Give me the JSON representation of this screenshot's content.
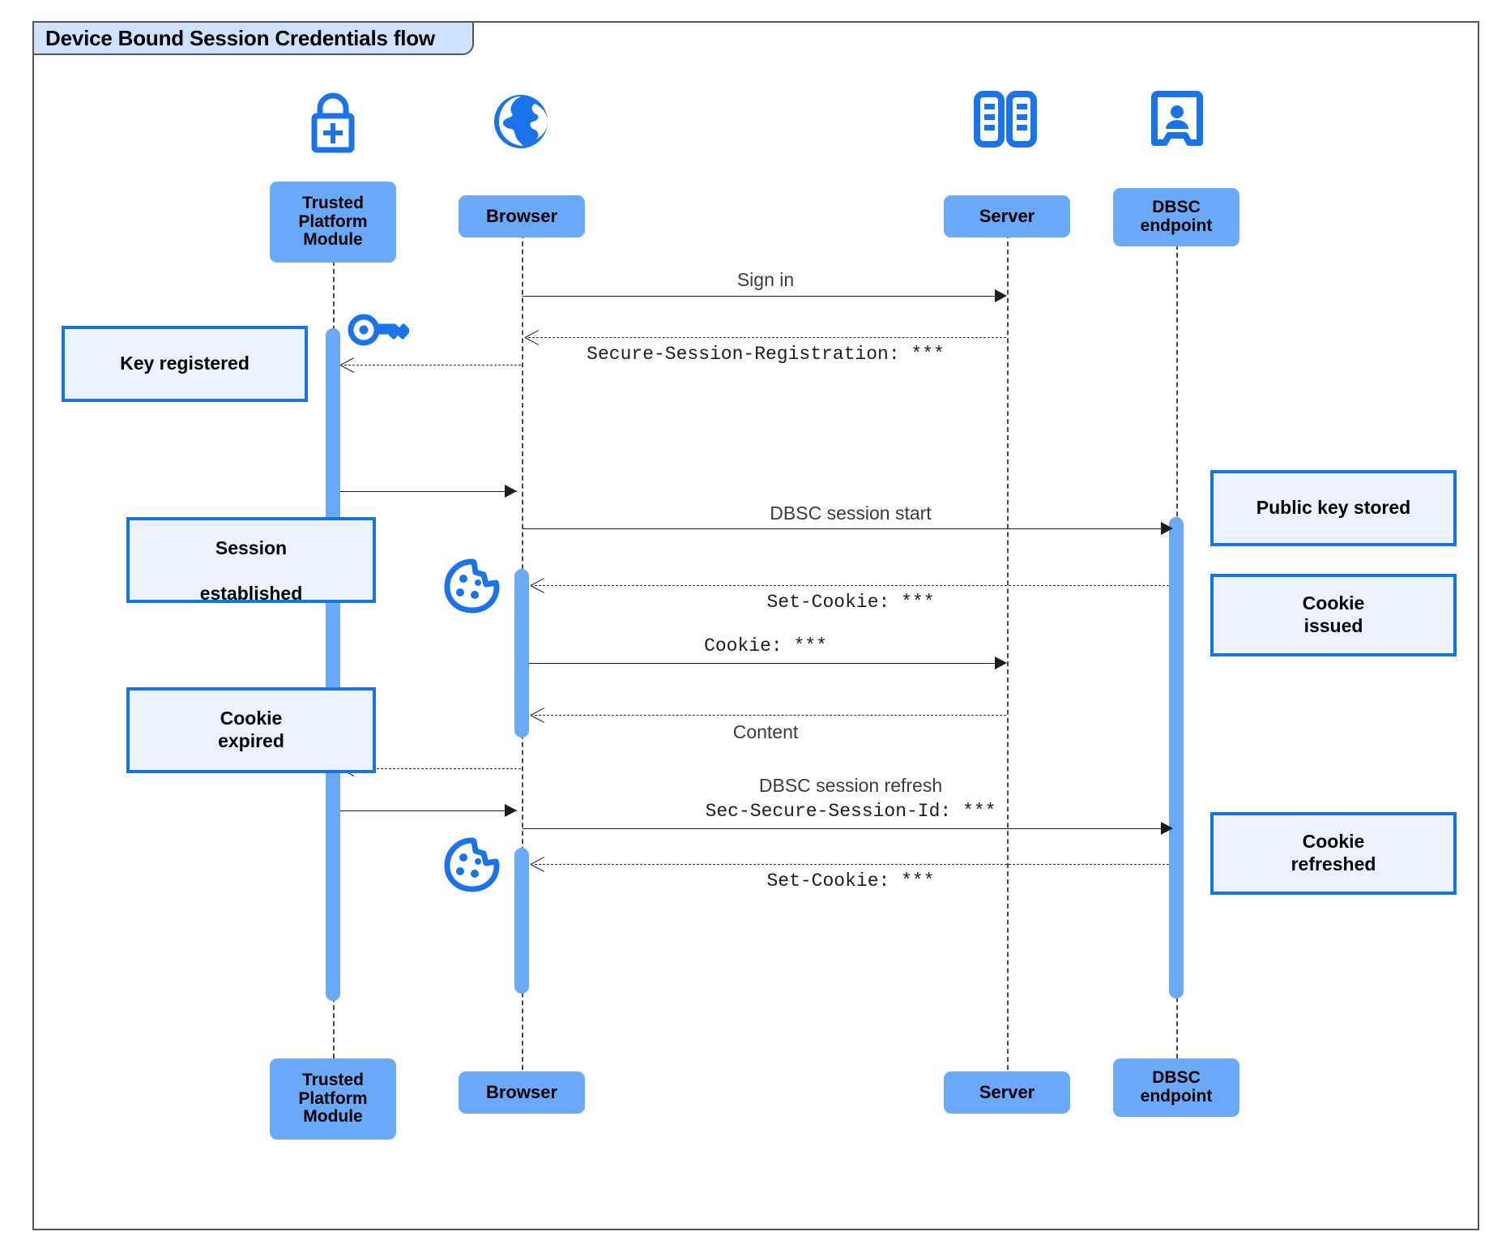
{
  "diagram": {
    "title": "Device Bound Session Credentials flow",
    "type": "uml-sequence-diagram",
    "colors": {
      "participant_fill": "#6aa9f7",
      "activation_fill": "#6aa9f7",
      "note_fill": "#eaf2fe",
      "note_border": "#1675e0",
      "icon_blue": "#1a73e8",
      "frame_border": "#555555",
      "title_fill": "#cfe2fb"
    }
  },
  "participants": [
    {
      "id": "tpm",
      "label": "Trusted\nPlatform\nModule",
      "icon": "lock-plus-icon"
    },
    {
      "id": "browser",
      "label": "Browser",
      "icon": "globe-icon"
    },
    {
      "id": "server",
      "label": "Server",
      "icon": "server-racks-icon"
    },
    {
      "id": "dbsc",
      "label": "DBSC\nendpoint",
      "icon": "id-badge-icon"
    }
  ],
  "participants_bottom": [
    {
      "id": "tpm",
      "label": "Trusted\nPlatform\nModule"
    },
    {
      "id": "browser",
      "label": "Browser"
    },
    {
      "id": "server",
      "label": "Server"
    },
    {
      "id": "dbsc",
      "label": "DBSC\nendpoint"
    }
  ],
  "messages": [
    {
      "id": "m1",
      "from": "browser",
      "to": "server",
      "label": "Sign in",
      "style": "solid",
      "mono": false
    },
    {
      "id": "m2",
      "from": "server",
      "to": "browser",
      "label": "Secure-Session-Registration: ***",
      "style": "dashed",
      "mono": true
    },
    {
      "id": "m3",
      "from": "browser",
      "to": "tpm",
      "label": "",
      "style": "dashed",
      "mono": true
    },
    {
      "id": "m4",
      "from": "tpm",
      "to": "browser",
      "label": "",
      "style": "solid",
      "mono": false
    },
    {
      "id": "m5",
      "from": "browser",
      "to": "dbsc",
      "label": "DBSC session start",
      "style": "solid",
      "mono": false
    },
    {
      "id": "m6",
      "from": "dbsc",
      "to": "browser",
      "label": "Set-Cookie: ***",
      "style": "dashed",
      "mono": true
    },
    {
      "id": "m7",
      "from": "browser",
      "to": "server",
      "label": "Cookie: ***",
      "style": "solid",
      "mono": true
    },
    {
      "id": "m8",
      "from": "server",
      "to": "browser",
      "label": "Content",
      "style": "dashed",
      "mono": false
    },
    {
      "id": "m9",
      "from": "browser",
      "to": "tpm",
      "label": "",
      "style": "dashed",
      "mono": true
    },
    {
      "id": "m10",
      "from": "tpm",
      "to": "browser",
      "label": "",
      "style": "solid",
      "mono": false
    },
    {
      "id": "m11",
      "from": "browser",
      "to": "dbsc",
      "label": "DBSC session refresh\nSec-Secure-Session-Id: ***",
      "style": "solid",
      "mono": true
    },
    {
      "id": "m12",
      "from": "dbsc",
      "to": "browser",
      "label": "Set-Cookie: ***",
      "style": "dashed",
      "mono": true
    }
  ],
  "message_labels": {
    "m1": "Sign in",
    "m2": "Secure-Session-Registration: ***",
    "m5": "DBSC session start",
    "m6": "Set-Cookie: ***",
    "m7": "Cookie: ***",
    "m8": "Content",
    "m11_line1": "DBSC session refresh",
    "m11_line2": "Sec-Secure-Session-Id: ***",
    "m12": "Set-Cookie: ***"
  },
  "notes": [
    {
      "id": "n1",
      "text": "Key registered",
      "side": "left",
      "attached_to": "tpm"
    },
    {
      "id": "n2",
      "text": "Session\nestablished",
      "side": "left",
      "attached_to": "tpm"
    },
    {
      "id": "n3",
      "text": "Cookie\nexpired",
      "side": "left",
      "attached_to": "tpm"
    },
    {
      "id": "n4",
      "text": "Public key stored",
      "side": "right",
      "attached_to": "dbsc"
    },
    {
      "id": "n5",
      "text": "Cookie\nissued",
      "side": "right",
      "attached_to": "dbsc"
    },
    {
      "id": "n6",
      "text": "Cookie\nrefreshed",
      "side": "right",
      "attached_to": "dbsc"
    }
  ],
  "note_text": {
    "n1": "Key registered",
    "n2_l1": "Session",
    "n2_l2": "established",
    "n3_l1": "Cookie",
    "n3_l2": "expired",
    "n4": "Public key stored",
    "n5_l1": "Cookie",
    "n5_l2": "issued",
    "n6_l1": "Cookie",
    "n6_l2": "refreshed"
  },
  "inline_icons": [
    {
      "id": "key1",
      "name": "key-icon",
      "near": "tpm-activation-start"
    },
    {
      "id": "cookie1",
      "name": "cookie-icon",
      "near": "browser-activation-1-start"
    },
    {
      "id": "cookie2",
      "name": "cookie-icon",
      "near": "browser-activation-2-start"
    }
  ]
}
